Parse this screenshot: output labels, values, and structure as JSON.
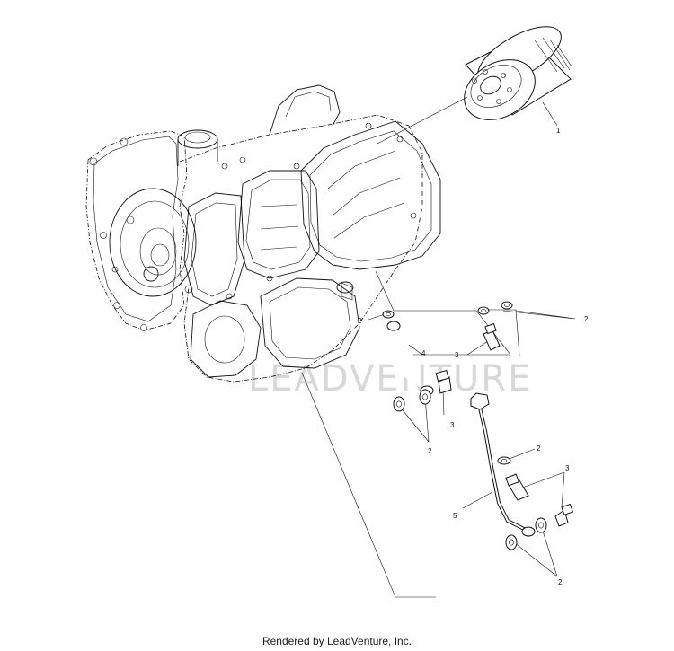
{
  "diagram": {
    "watermark": "LEADVENTURE",
    "callouts": {
      "filter": "1",
      "washer_a": "2",
      "washers_right": "2",
      "washers_mid": "2",
      "washer_lower": "2",
      "washers_bottom": "2",
      "bolt_a": "3",
      "bolt_mid": "3",
      "bolts_lower": "3",
      "line_upper": "4",
      "line_lower": "5"
    }
  },
  "footer": {
    "text": "Rendered by LeadVenture, Inc."
  }
}
